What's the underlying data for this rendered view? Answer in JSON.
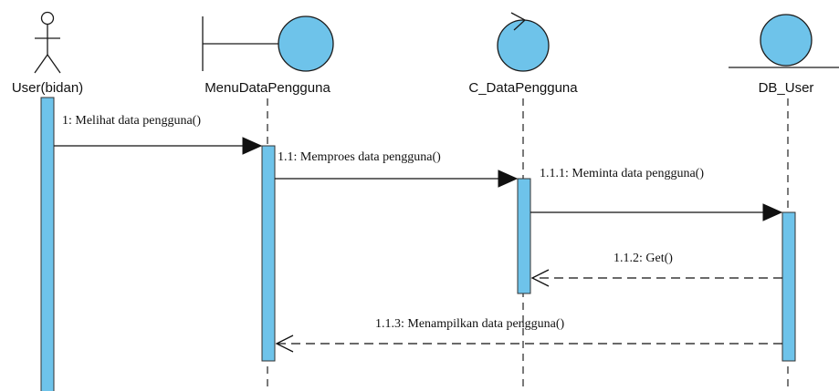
{
  "participants": {
    "user": {
      "label": "User(bidan)",
      "type": "actor"
    },
    "menu": {
      "label": "MenuDataPengguna",
      "type": "boundary"
    },
    "controller": {
      "label": "C_DataPengguna",
      "type": "control"
    },
    "db": {
      "label": "DB_User",
      "type": "entity"
    }
  },
  "messages": [
    {
      "label": "1: Melihat data pengguna()",
      "from": "User(bidan)",
      "to": "MenuDataPengguna",
      "kind": "call"
    },
    {
      "label": "1.1: Memproes data pengguna()",
      "from": "MenuDataPengguna",
      "to": "C_DataPengguna",
      "kind": "call"
    },
    {
      "label": "1.1.1: Meminta data pengguna()",
      "from": "C_DataPengguna",
      "to": "DB_User",
      "kind": "call"
    },
    {
      "label": "1.1.2: Get()",
      "from": "DB_User",
      "to": "C_DataPengguna",
      "kind": "return"
    },
    {
      "label": "1.1.3: Menampilkan data pengguna()",
      "from": "DB_User",
      "to": "MenuDataPengguna",
      "kind": "return"
    }
  ],
  "colors": {
    "activation_fill": "#6ec3ea",
    "line": "#111111"
  }
}
